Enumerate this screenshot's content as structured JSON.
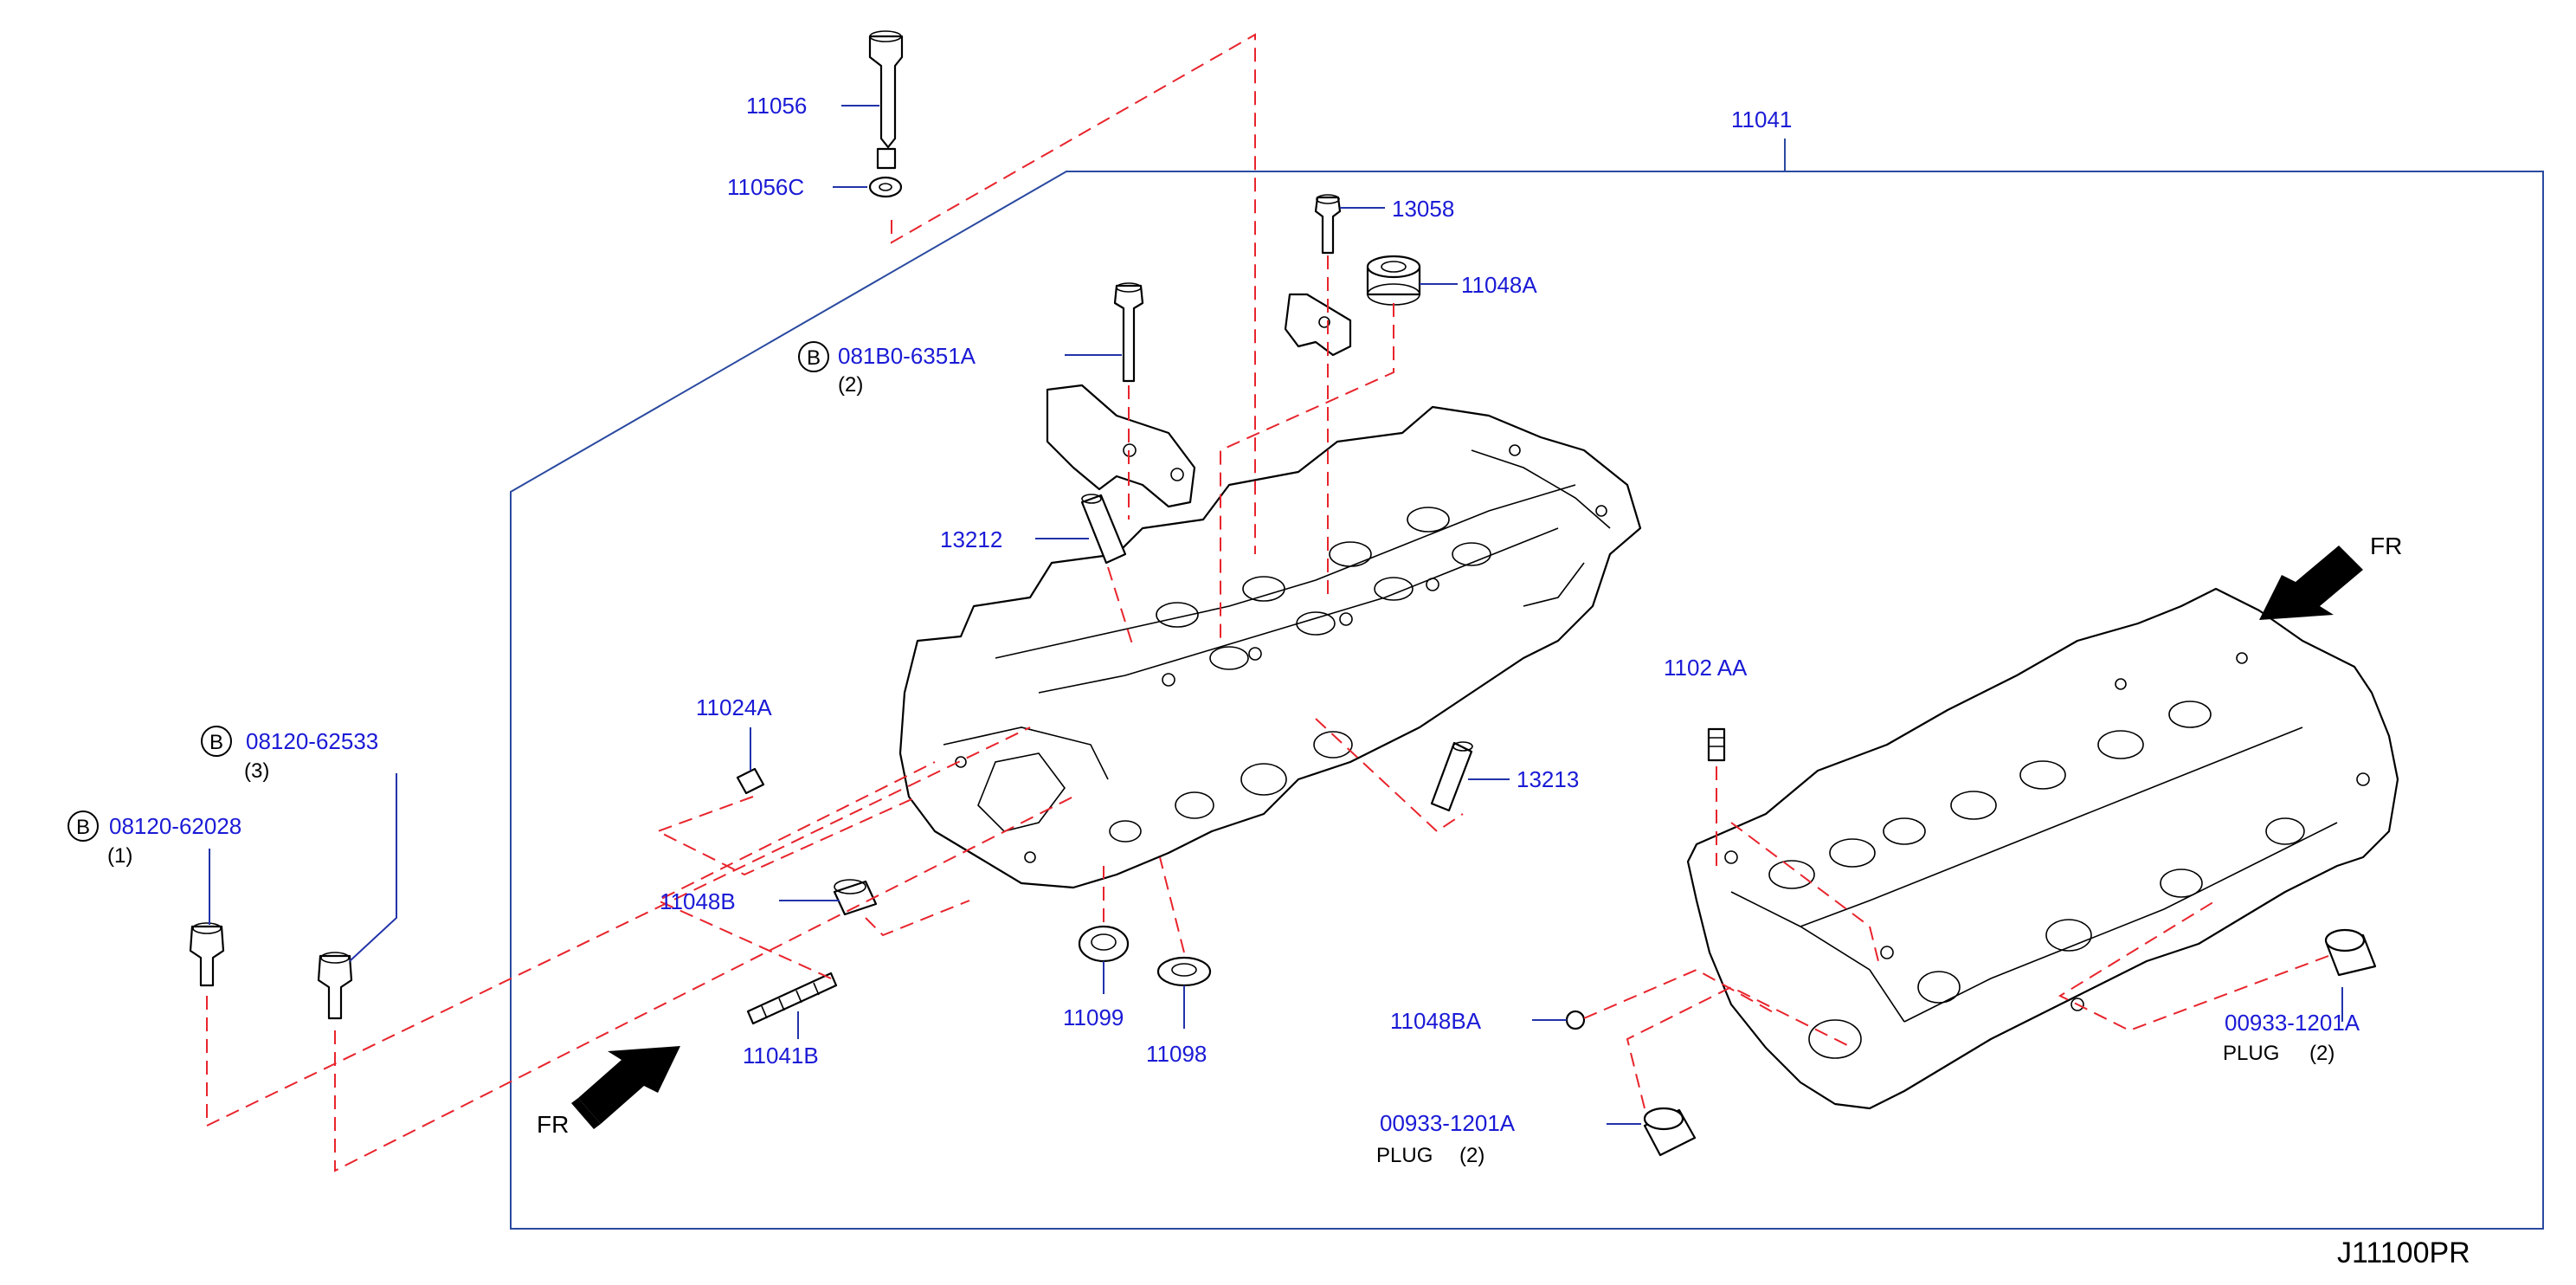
{
  "diagram": {
    "code": "J11100PR",
    "fr_left": "FR",
    "fr_right": "FR",
    "bolt_marker": "B",
    "labels": {
      "p11056": "11056",
      "p11056c": "11056C",
      "p11041": "11041",
      "p13058": "13058",
      "p11048a": "11048A",
      "p081b0": "081B0-6351A",
      "p081b0_qty": "(2)",
      "p13212": "13212",
      "p11024a_left": "11024A",
      "p11024a_right": "1102 AA",
      "p08120_62533": "08120-62533",
      "p08120_62533_qty": "(3)",
      "p08120_62028": "08120-62028",
      "p08120_62028_qty": "(1)",
      "p13213": "13213",
      "p11048b": "11048B",
      "p11041b": "11041B",
      "p11099": "11099",
      "p11098": "11098",
      "p11048ba": "11048BA",
      "p00933_right": "00933-1201A",
      "plug_right": "PLUG",
      "plug_right_qty": "(2)",
      "p00933_bottom": "00933-1201A",
      "plug_bottom": "PLUG",
      "plug_bottom_qty": "(2)"
    }
  }
}
